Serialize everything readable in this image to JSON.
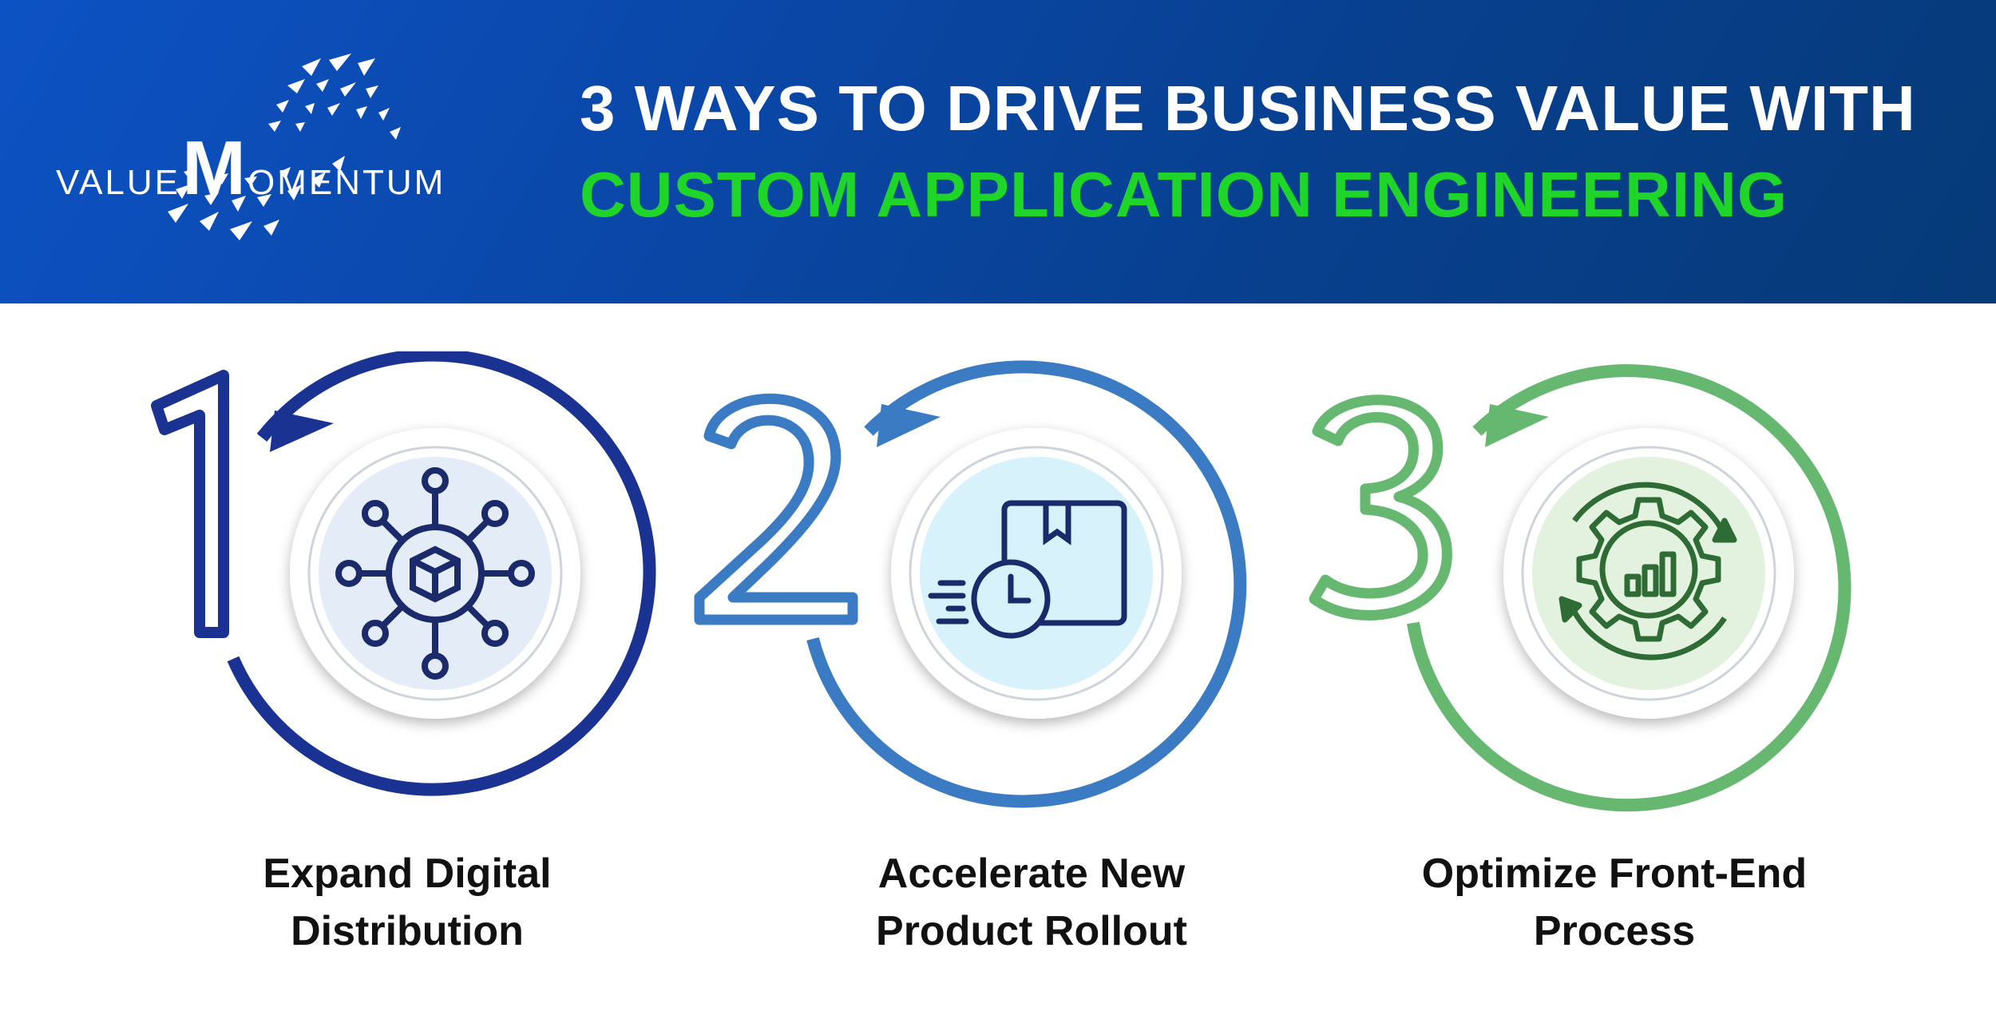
{
  "brand": {
    "logo_prefix": "VALUE",
    "logo_initial": "M",
    "logo_suffix": "OMENTUM"
  },
  "headline": {
    "line1": "3 WAYS TO DRIVE BUSINESS VALUE WITH",
    "line2": "CUSTOM APPLICATION ENGINEERING"
  },
  "colors": {
    "header_blue": "#0a47a8",
    "headline_green": "#1fd52a",
    "step1": "#1a3393",
    "step2": "#3b7bc4",
    "step3": "#66b870"
  },
  "steps": [
    {
      "number": "1",
      "icon": "network-hub-box-icon",
      "line1": "Expand Digital",
      "line2": "Distribution"
    },
    {
      "number": "2",
      "icon": "fast-delivery-package-clock-icon",
      "line1": "Accelerate New",
      "line2": "Product Rollout"
    },
    {
      "number": "3",
      "icon": "gear-cycle-bar-chart-icon",
      "line1": "Optimize Front-End",
      "line2": "Process"
    }
  ]
}
